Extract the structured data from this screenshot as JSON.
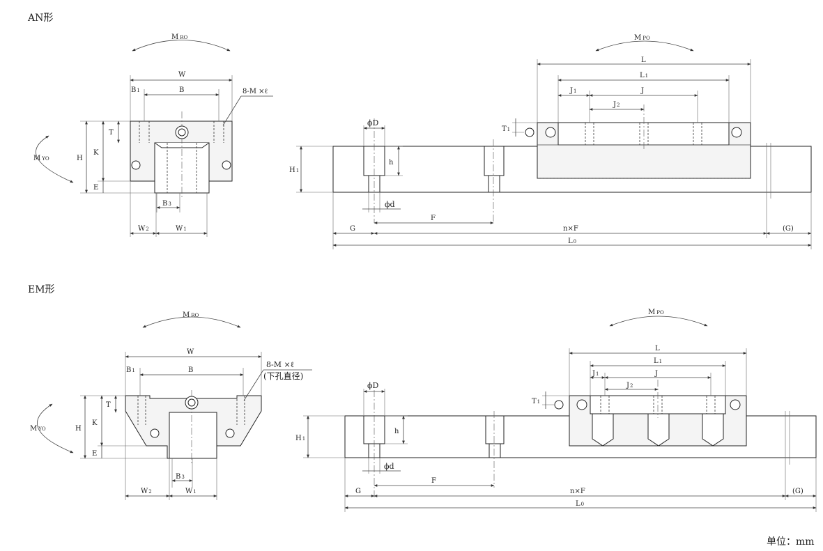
{
  "titles": {
    "an": "AN形",
    "em": "EM形"
  },
  "unit": "单位：mm",
  "an_section": {
    "moment_roll": "M",
    "moment_roll_sub": "RO",
    "moment_pitch": "M",
    "moment_pitch_sub": "PO",
    "moment_yaw": "M",
    "moment_yaw_sub": "YO",
    "W": "W",
    "B": "B",
    "B1": "B",
    "B1_sub": "1",
    "thread": "8-M ×ℓ",
    "T": "T",
    "K": "K",
    "H": "H",
    "E": "E",
    "B3": "B",
    "B3_sub": "3",
    "W2": "W",
    "W2_sub": "2",
    "W1": "W",
    "W1_sub": "1",
    "L": "L",
    "L1": "L",
    "L1_sub": "1",
    "J": "J",
    "J1": "J",
    "J1_sub": "1",
    "J2": "J",
    "J2_sub": "2",
    "T1": "T",
    "T1_sub": "1",
    "phiD": "ϕD",
    "phid": "ϕd",
    "h": "h",
    "H1": "H",
    "H1_sub": "1",
    "F": "F",
    "G": "G",
    "nF": "n×F",
    "Gp": "(G)",
    "L0": "L",
    "L0_sub": "0"
  },
  "em_section": {
    "thread": "8-M ×ℓ",
    "thread_note": "(下孔直径)"
  }
}
